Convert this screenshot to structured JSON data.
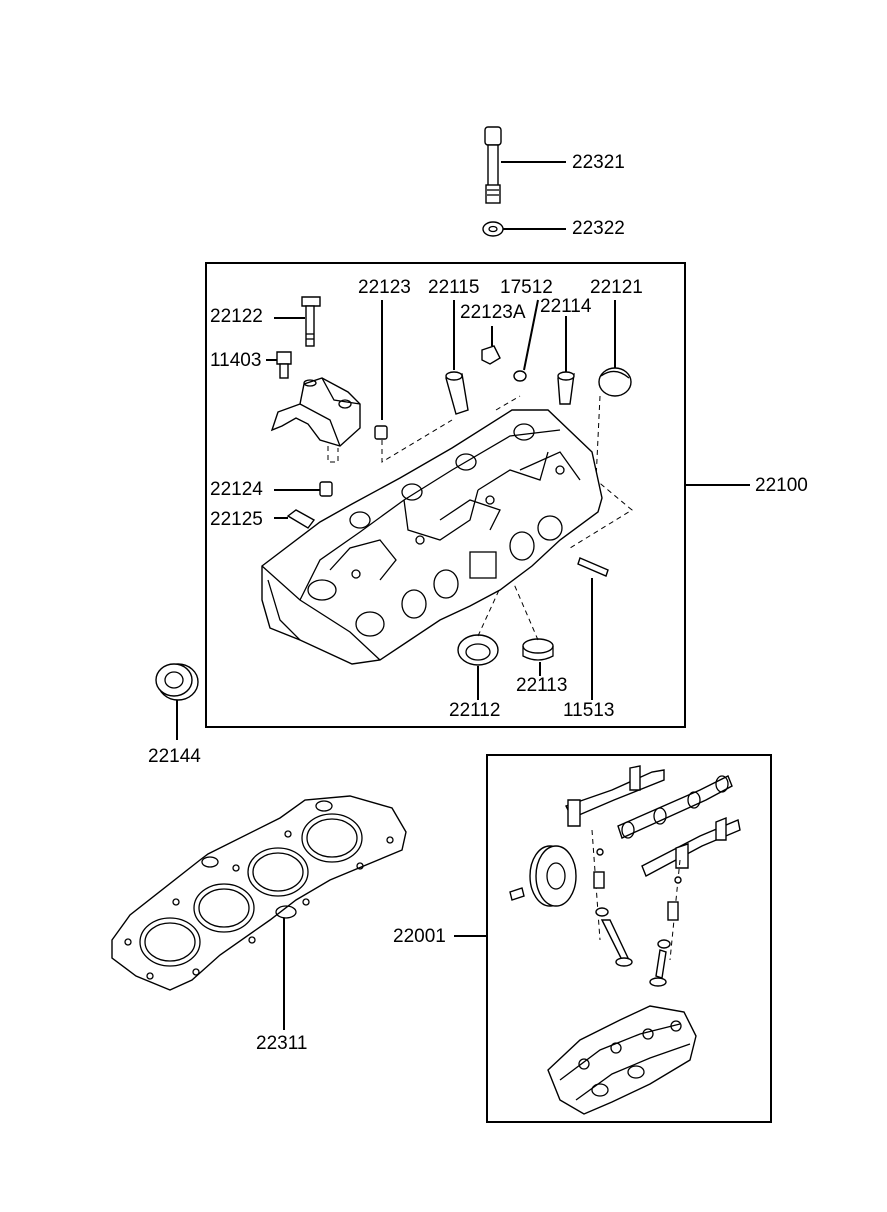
{
  "diagram": {
    "part_numbers": {
      "p22321": "22321",
      "p22322": "22322",
      "p22122": "22122",
      "p11403": "11403",
      "p22123": "22123",
      "p22115": "22115",
      "p17512": "17512",
      "p22121": "22121",
      "p22123A": "22123A",
      "p22114": "22114",
      "p22124": "22124",
      "p22125": "22125",
      "p22100": "22100",
      "p22112": "22112",
      "p22113": "22113",
      "p11513": "11513",
      "p22144": "22144",
      "p22001": "22001",
      "p22311": "22311"
    },
    "colors": {
      "ink": "#000000",
      "paper": "#ffffff"
    }
  }
}
